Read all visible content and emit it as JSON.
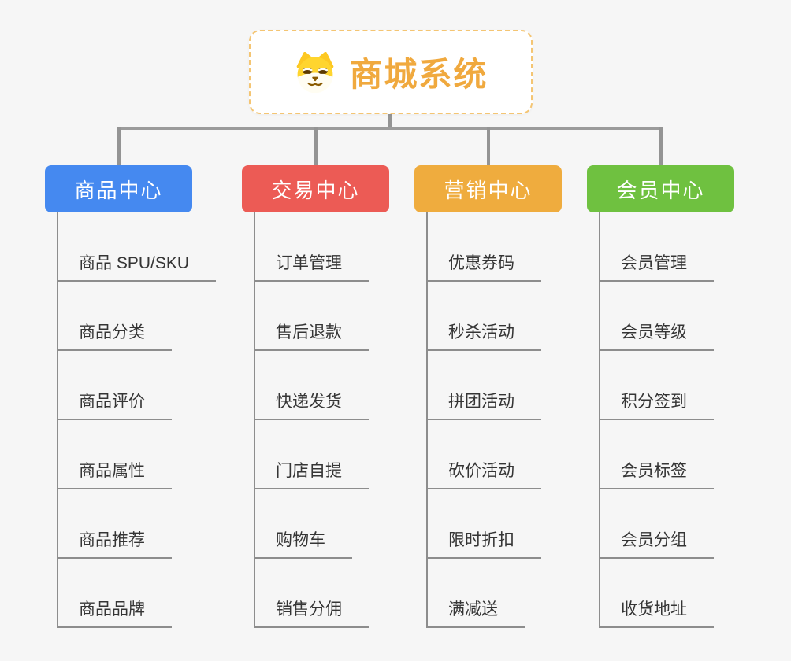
{
  "canvas": {
    "background": "#f6f6f6",
    "connector_color": "#949494"
  },
  "root": {
    "title": "商城系统",
    "icon": "shiba-dog-icon",
    "text_color": "#f0a93e",
    "border_color": "#f4c573"
  },
  "branches": [
    {
      "label": "商品中心",
      "color": "#4589f0",
      "items": [
        "商品 SPU/SKU",
        "商品分类",
        "商品评价",
        "商品属性",
        "商品推荐",
        "商品品牌"
      ]
    },
    {
      "label": "交易中心",
      "color": "#ec5b55",
      "items": [
        "订单管理",
        "售后退款",
        "快递发货",
        "门店自提",
        "购物车",
        "销售分佣"
      ]
    },
    {
      "label": "营销中心",
      "color": "#efac3e",
      "items": [
        "优惠券码",
        "秒杀活动",
        "拼团活动",
        "砍价活动",
        "限时折扣",
        "满减送"
      ]
    },
    {
      "label": "会员中心",
      "color": "#6fc140",
      "items": [
        "会员管理",
        "会员等级",
        "积分签到",
        "会员标签",
        "会员分组",
        "收货地址"
      ]
    }
  ]
}
